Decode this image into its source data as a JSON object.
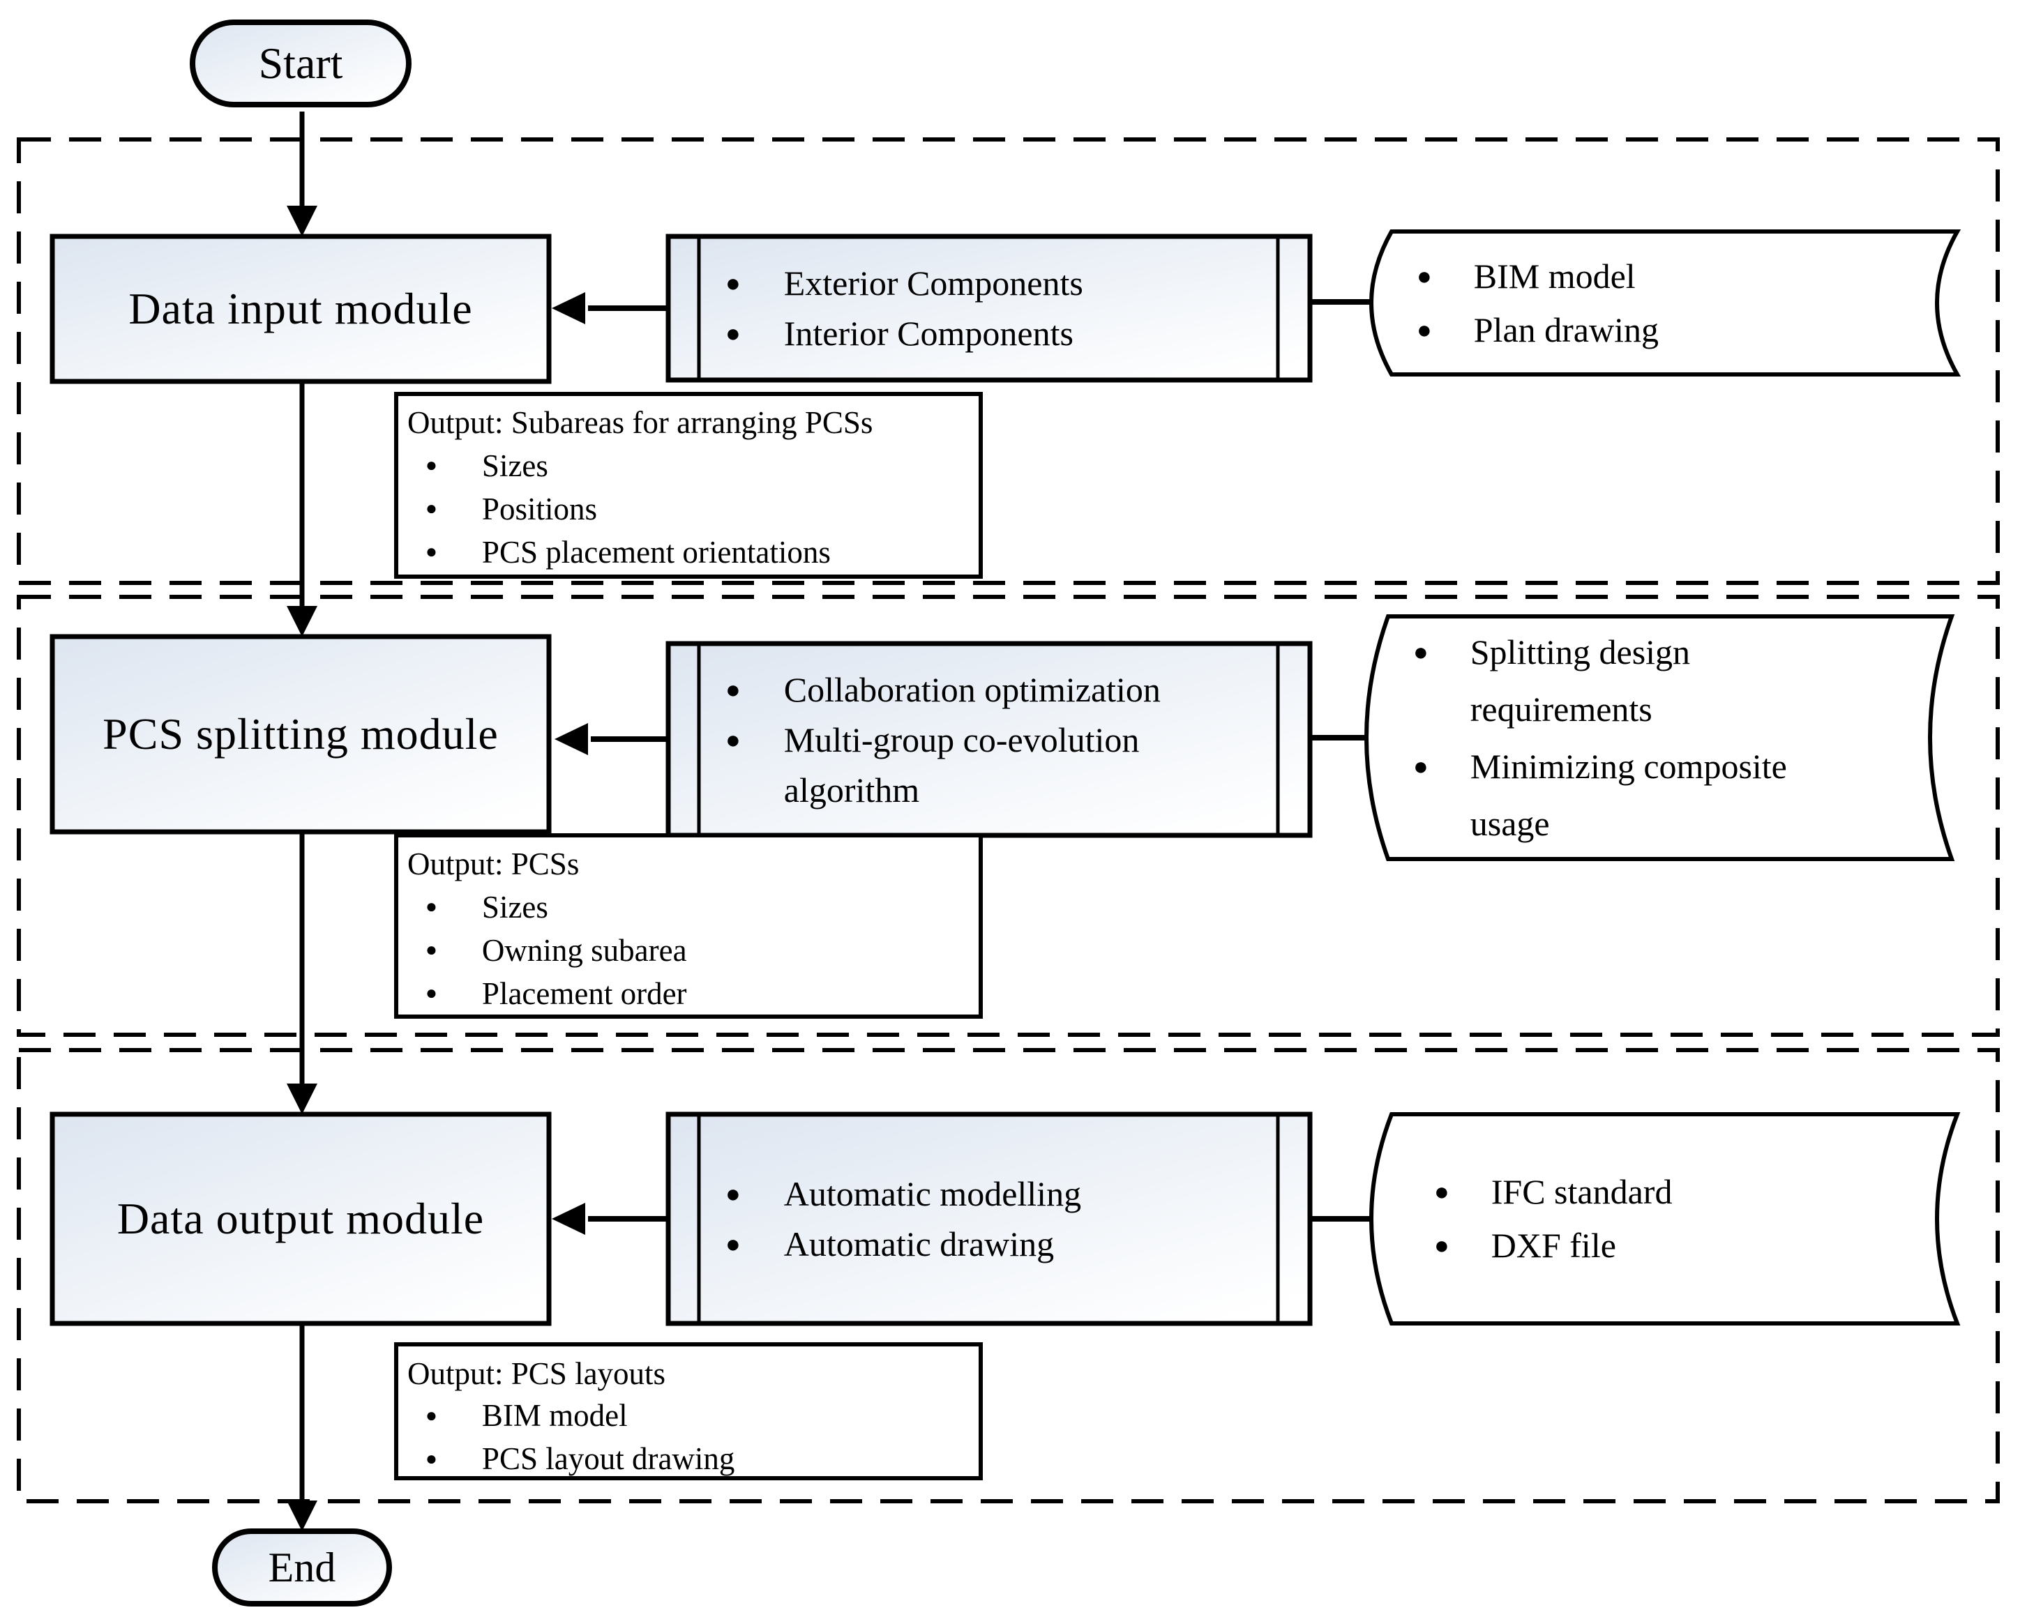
{
  "flowchart": {
    "start_label": "Start",
    "end_label": "End",
    "colors": {
      "line": "#000000",
      "shape_fill_top": "#dde5f0",
      "shape_fill_bottom": "#ffffff"
    },
    "sections": [
      {
        "module_title": "Data input module",
        "process_items": [
          "Exterior Components",
          "Interior Components"
        ],
        "source_items": [
          "BIM model",
          "Plan drawing"
        ],
        "output_title": "Output: Subareas for arranging PCSs",
        "output_items": [
          "Sizes",
          "Positions",
          "PCS placement orientations"
        ]
      },
      {
        "module_title": "PCS splitting module",
        "process_items": [
          "Collaboration optimization",
          "Multi-group co-evolution algorithm"
        ],
        "source_items": [
          "Splitting design requirements",
          "Minimizing composite usage"
        ],
        "output_title": "Output: PCSs",
        "output_items": [
          "Sizes",
          "Owning subarea",
          "Placement order"
        ]
      },
      {
        "module_title": "Data output module",
        "process_items": [
          "Automatic modelling",
          "Automatic drawing"
        ],
        "source_items": [
          "IFC standard",
          "DXF file"
        ],
        "output_title": "Output: PCS layouts",
        "output_items": [
          "BIM model",
          "PCS layout drawing"
        ]
      }
    ]
  }
}
